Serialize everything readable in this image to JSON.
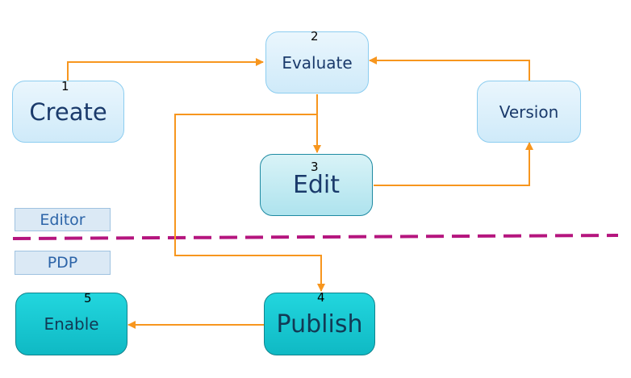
{
  "nodes": {
    "create": {
      "label": "Create",
      "number": "1"
    },
    "evaluate": {
      "label": "Evaluate",
      "number": "2"
    },
    "edit": {
      "label": "Edit",
      "number": "3"
    },
    "publish": {
      "label": "Publish",
      "number": "4"
    },
    "enable": {
      "label": "Enable",
      "number": "5"
    },
    "version": {
      "label": "Version"
    }
  },
  "lanes": {
    "editor": "Editor",
    "pdp": "PDP"
  },
  "colors": {
    "arrow": "#f7961e",
    "divider": "#b5157e",
    "light_fill": "#e3f3fc",
    "teal_fill": "#16c9d3",
    "text": "#1a3a6b"
  }
}
